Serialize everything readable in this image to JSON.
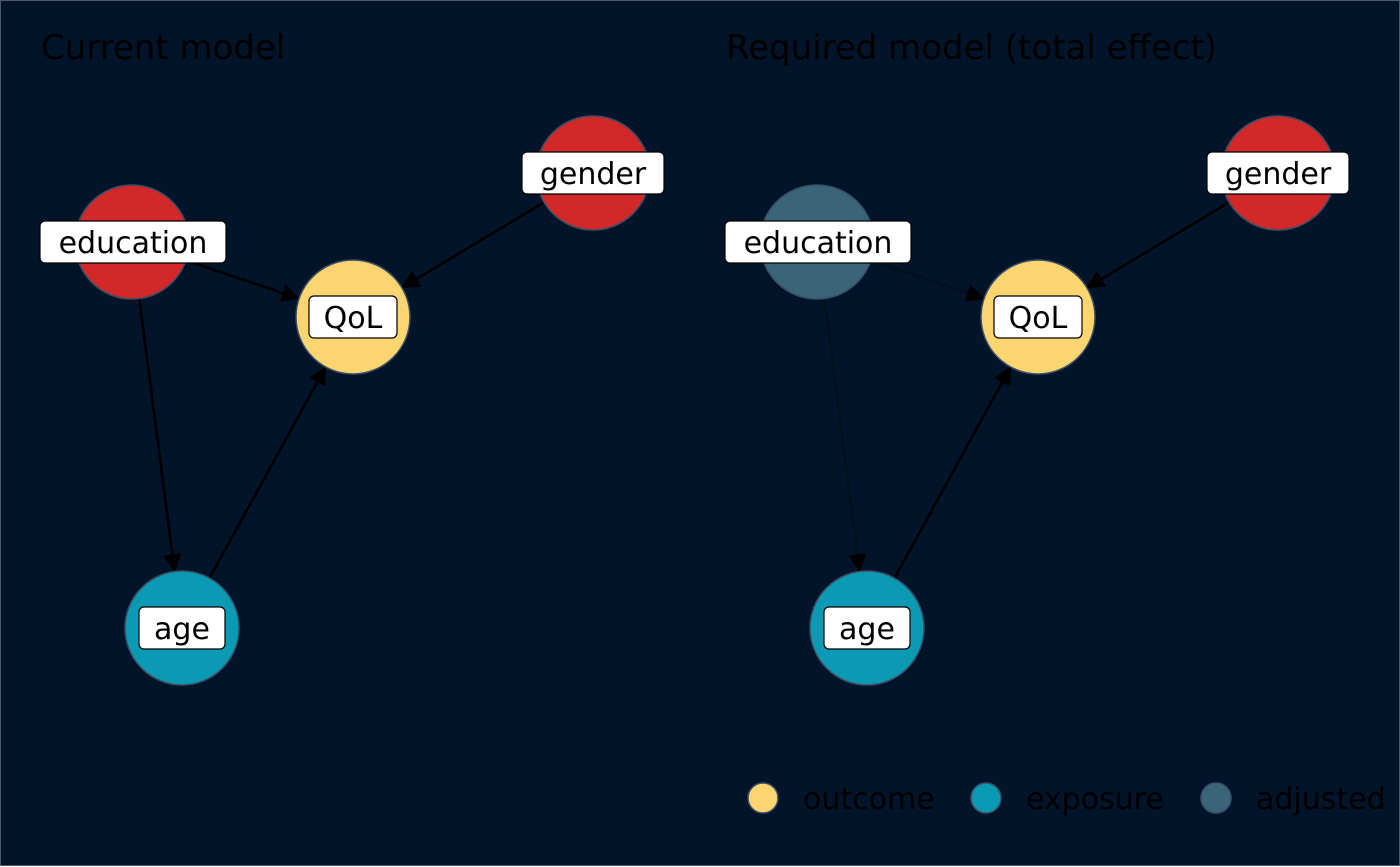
{
  "panels": [
    {
      "title": "Current model",
      "nodes": [
        {
          "id": "education",
          "label": "education",
          "status": "confounder"
        },
        {
          "id": "gender",
          "label": "gender",
          "status": "confounder"
        },
        {
          "id": "QoL",
          "label": "QoL",
          "status": "outcome"
        },
        {
          "id": "age",
          "label": "age",
          "status": "exposure"
        }
      ],
      "edges": [
        {
          "from": "education",
          "to": "QoL",
          "dimmed": false
        },
        {
          "from": "education",
          "to": "age",
          "dimmed": false
        },
        {
          "from": "gender",
          "to": "QoL",
          "dimmed": false
        },
        {
          "from": "age",
          "to": "QoL",
          "dimmed": false
        }
      ]
    },
    {
      "title": "Required model (total effect)",
      "nodes": [
        {
          "id": "education",
          "label": "education",
          "status": "adjusted"
        },
        {
          "id": "gender",
          "label": "gender",
          "status": "confounder"
        },
        {
          "id": "QoL",
          "label": "QoL",
          "status": "outcome"
        },
        {
          "id": "age",
          "label": "age",
          "status": "exposure"
        }
      ],
      "edges": [
        {
          "from": "education",
          "to": "QoL",
          "dimmed": true
        },
        {
          "from": "education",
          "to": "age",
          "dimmed": true
        },
        {
          "from": "gender",
          "to": "QoL",
          "dimmed": false
        },
        {
          "from": "age",
          "to": "QoL",
          "dimmed": false
        }
      ]
    }
  ],
  "colors": {
    "background": "#011429",
    "outcome": "#fcd571",
    "exposure": "#0b9ab3",
    "adjusted": "#3a6478",
    "confounder": "#d22828"
  },
  "legend": [
    {
      "label": "outcome",
      "status": "outcome"
    },
    {
      "label": "exposure",
      "status": "exposure"
    },
    {
      "label": "adjusted",
      "status": "adjusted"
    }
  ]
}
